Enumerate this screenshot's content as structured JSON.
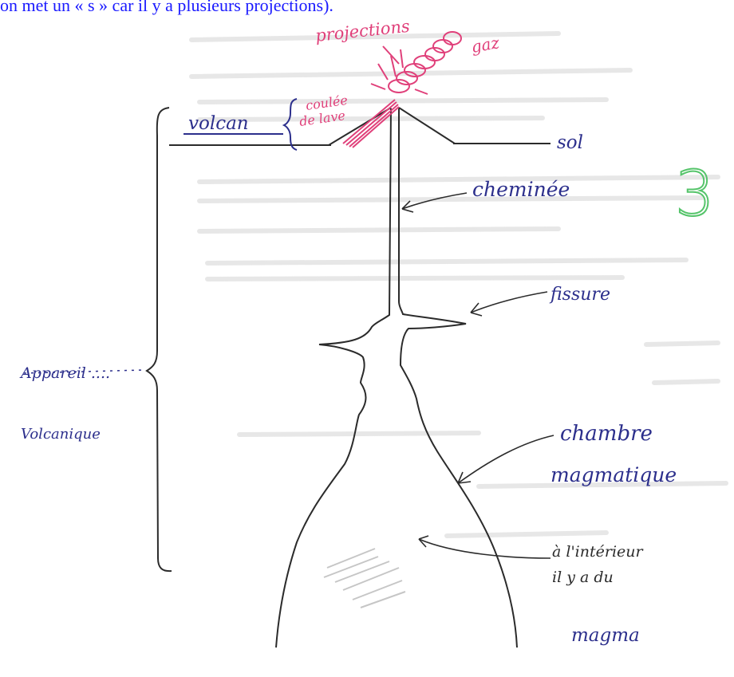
{
  "header": {
    "caption": "on met un « s » car il y a plusieurs projections)."
  },
  "labels": {
    "projections": "projections",
    "gaz": "gaz",
    "coulee_line1": "coulée",
    "coulee_line2": "de lave",
    "volcan": "volcan",
    "sol": "sol",
    "cheminee": "cheminée",
    "fissure": "fissure",
    "appareil": "Appareil ....",
    "volcanique": "Volcanique",
    "chambre_line1": "chambre",
    "chambre_line2": "magmatique",
    "interieur_line1": "à l'intérieur",
    "interieur_line2": "il y a du",
    "magma": "magma"
  },
  "grade": "3",
  "colors": {
    "pencil": "#2b2b2b",
    "ink_blue": "#2c2f8c",
    "ink_pink": "#e0407a",
    "ink_green": "#55c46a",
    "caption_blue": "#1a1aff",
    "ghost_text": "#d9d9d9"
  }
}
